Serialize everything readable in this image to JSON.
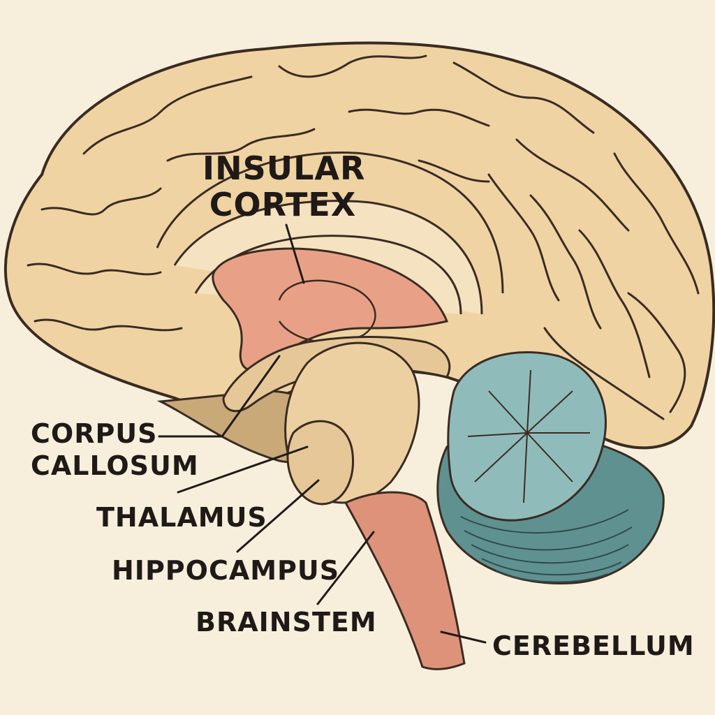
{
  "labels": {
    "insular_cortex": [
      "INSULAR",
      "CORTEX"
    ],
    "corpus_callosum": [
      "CORPUS",
      "CALLOSUM"
    ],
    "thalamus": "THALAMUS",
    "hippocampus": "HIPPOCAMPUS",
    "brainstem": "BRAINSTEM",
    "cerebellum": "CEREBELLUM"
  },
  "colors": {
    "background": "#f7efdc",
    "cortex": "#efd3a2",
    "cortex_shadow": "#c9a978",
    "insula": "#e8a187",
    "brainstem": "#de927a",
    "cerebellum_light": "#8fbcbb",
    "cerebellum_dark": "#5f9190",
    "outline": "#3a2b22"
  }
}
